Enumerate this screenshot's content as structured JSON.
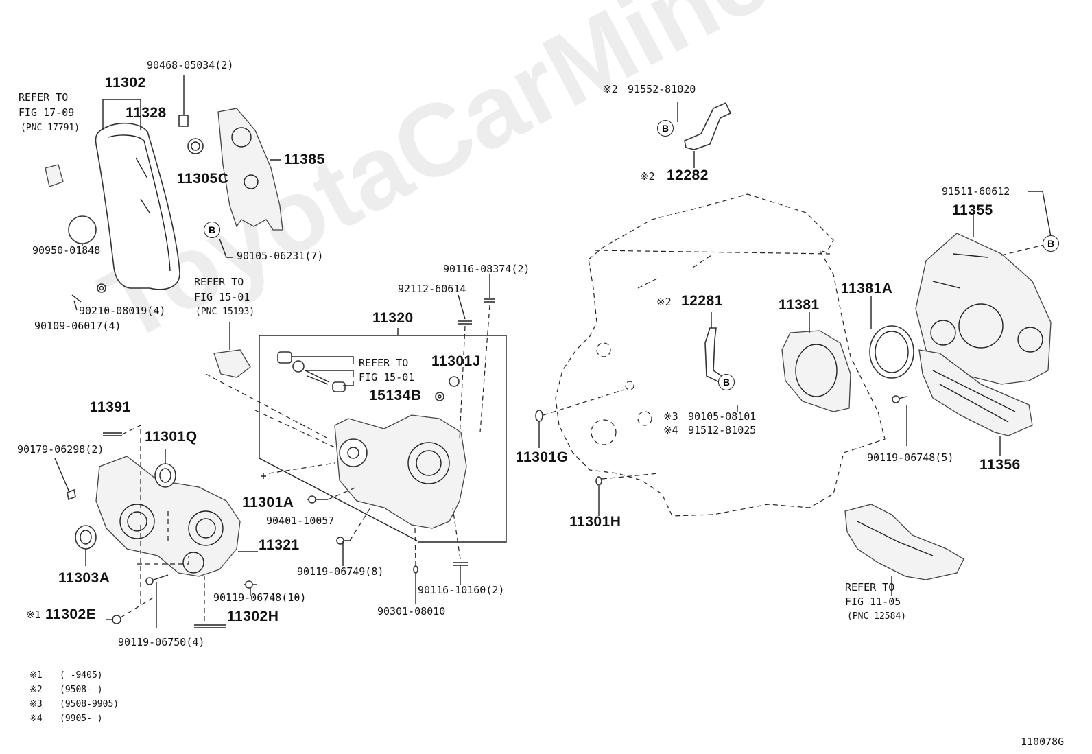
{
  "watermark": "ToyotaCarMine.ru",
  "figure_code": "110078G",
  "badge_letter": "B",
  "notes": [
    {
      "mark": "※1",
      "text": "(      -9405)"
    },
    {
      "mark": "※2",
      "text": "(9508-      )"
    },
    {
      "mark": "※3",
      "text": "(9508-9905)"
    },
    {
      "mark": "※4",
      "text": "(9905-      )"
    }
  ],
  "refers": {
    "fig1709": {
      "line1": "REFER TO",
      "line2": "FIG 17-09",
      "line3": "(PNC 17791)"
    },
    "fig1501a": {
      "line1": "REFER TO",
      "line2": "FIG 15-01",
      "line3": "(PNC 15193)"
    },
    "fig1501b": {
      "line1": "REFER TO",
      "line2": "FIG 15-01"
    },
    "fig1105": {
      "line1": "REFER TO",
      "line2": "FIG 11-05",
      "line3": "(PNC 12584)"
    }
  },
  "parts": {
    "p90468": "90468-05034(2)",
    "p11302": "11302",
    "p11328": "11328",
    "p11385": "11385",
    "p11305C": "11305C",
    "p90950": "90950-01848",
    "p90105_06231": "90105-06231(7)",
    "p90210": "90210-08019(4)",
    "p90109": "90109-06017(4)",
    "p90116_08374": "90116-08374(2)",
    "p92112": "92112-60614",
    "p11320": "11320",
    "p11301J": "11301J",
    "p15134B": "15134B",
    "p11391": "11391",
    "p11301Q": "11301Q",
    "p90179": "90179-06298(2)",
    "p11301A": "11301A",
    "p90401": "90401-10057",
    "p11321": "11321",
    "p11303A": "11303A",
    "p90119_06749": "90119-06749(8)",
    "p90119_06748_10": "90119-06748(10)",
    "p11302E_mark": "※1",
    "p11302E": "11302E",
    "p11302H": "11302H",
    "p90119_06750": "90119-06750(4)",
    "p90116_10160": "90116-10160(2)",
    "p90301": "90301-08010",
    "p91552_mark": "※2",
    "p91552": "91552-81020",
    "p12282_mark": "※2",
    "p12282": "12282",
    "p12281_mark": "※2",
    "p12281": "12281",
    "p11381": "11381",
    "p11381A": "11381A",
    "p91511": "91511-60612",
    "p11355": "11355",
    "p90105_08101_mark": "※3",
    "p90105_08101": "90105-08101",
    "p91512_mark": "※4",
    "p91512": "91512-81025",
    "p11301G": "11301G",
    "p11301H": "11301H",
    "p90119_06748_5": "90119-06748(5)",
    "p11356": "11356"
  }
}
